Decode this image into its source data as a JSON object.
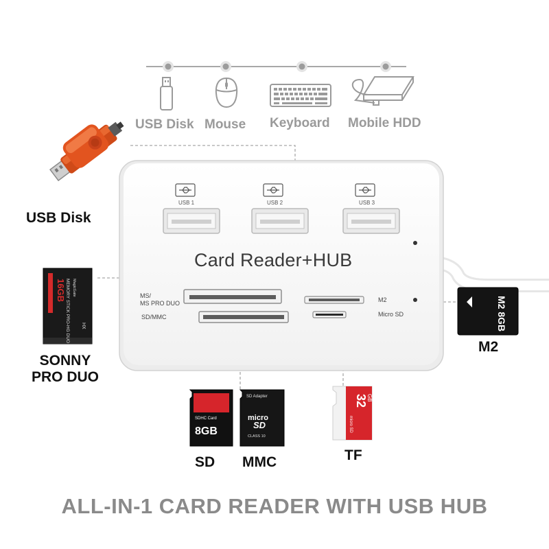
{
  "peripherals": [
    {
      "label": "USB Disk",
      "icon": "usb-drive-icon"
    },
    {
      "label": "Mouse",
      "icon": "mouse-icon"
    },
    {
      "label": "Keyboard",
      "icon": "keyboard-icon"
    },
    {
      "label": "Mobile HDD",
      "icon": "hdd-icon"
    }
  ],
  "hub": {
    "title": "Card Reader+HUB",
    "ports": [
      "USB 1",
      "USB 2",
      "USB 3"
    ],
    "slots": {
      "ms": "MS/\nMS PRO DUO",
      "sd": "SD/MMC",
      "m2": "M2",
      "micro": "Micro SD"
    }
  },
  "devices": {
    "usb_disk": "USB Disk",
    "sony": "SONNY\nPRO DUO",
    "m2": "M2",
    "sd": "SD",
    "mmc": "MMC",
    "tf": "TF"
  },
  "card_text": {
    "ms_capacity": "16GB",
    "ms_brand": "MEMORY STICK PRO-HG DUO",
    "ms_mark": "MagicGate",
    "ms_hx": "HX",
    "m2_capacity": "M2 8GB",
    "sd_type": "SDHC Card",
    "sd_capacity": "8GB",
    "mmc_header": "SD Adapter",
    "mmc_logo": "micro",
    "mmc_sd": "SD",
    "mmc_class": "CLASS 10",
    "tf_capacity": "32",
    "tf_unit": "GB",
    "tf_logo": "micro SD"
  },
  "headline": "ALL-IN-1 CARD READER WITH USB HUB",
  "colors": {
    "accent_orange": "#e2541f",
    "sd_red": "#d6252b",
    "text_gray": "#9a9a9a",
    "line_gray": "#a8a8a8"
  }
}
